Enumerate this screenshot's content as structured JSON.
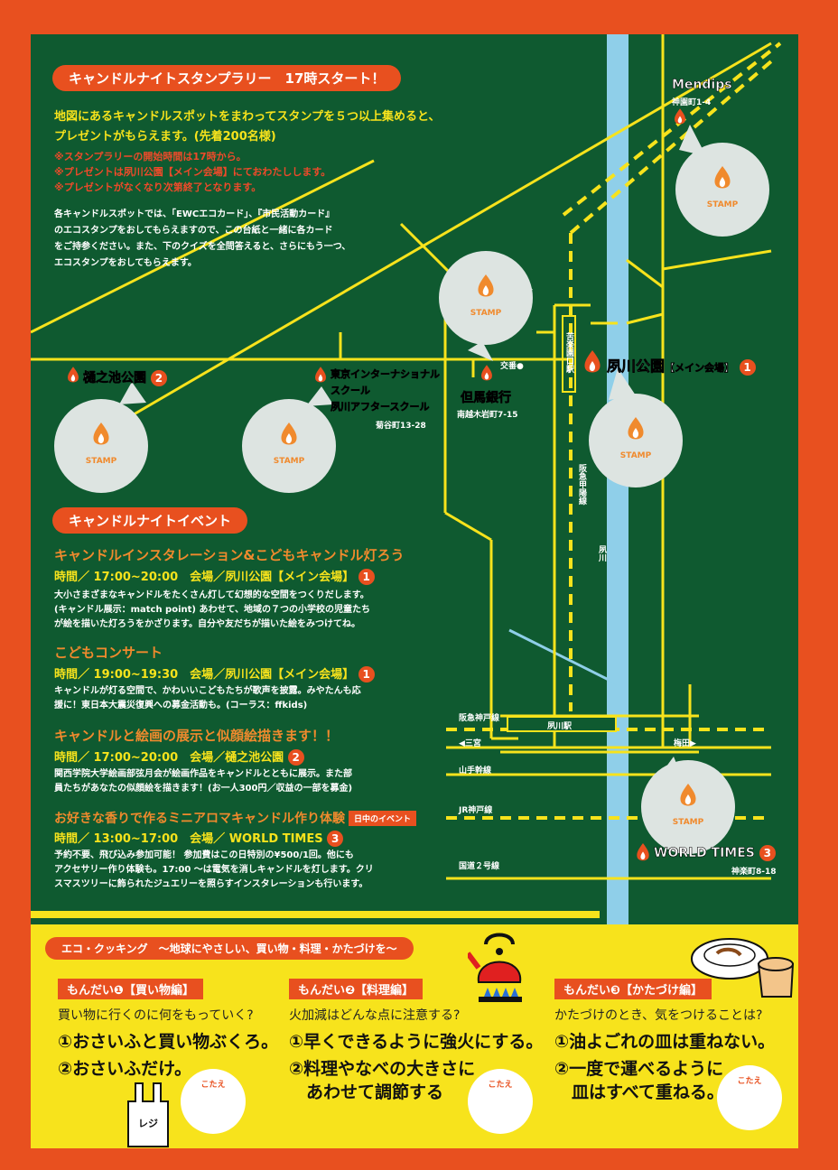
{
  "stamp_rally": {
    "title": "キャンドルナイトスタンプラリー　17時スタート！",
    "intro1": "地図にあるキャンドルスポットをまわってスタンプを５つ以上集めると、",
    "intro2": "プレゼントがもらえます。(先着200名様)",
    "notes": [
      "※スタンプラリーの開始時間は17時から。",
      "※プレゼントは夙川公園【メイン会場】にておわたしします。",
      "※プレゼントがなくなり次第終了となります。"
    ],
    "desc": [
      "各キャンドルスポットでは、「EWCエコカード」、『市民活動カード』",
      "のエコスタンプをおしてもらえますので、この台紙と一緒に各カード",
      "をご持参ください。また、下のクイズを全問答えると、さらにもう一つ、",
      "エコスタンプをおしてもらえます。"
    ]
  },
  "stamp_label": "STAMP",
  "spots": {
    "mendips": {
      "name": "Mendips",
      "addr": "神園町1-4"
    },
    "hinoike": {
      "name": "樋之池公園",
      "num": "2"
    },
    "tokyo_intl": {
      "name1": "東京インターナショナル",
      "name2": "スクール",
      "name3": "夙川アフタースクール",
      "addr": "菊谷町13-28"
    },
    "tajima": {
      "name": "但馬銀行",
      "addr": "南越木岩町7-15"
    },
    "shukugawa": {
      "name": "夙川公園",
      "sub": "【メイン会場】",
      "num": "1"
    },
    "world_times": {
      "name": "WORLD TIMES",
      "num": "3",
      "addr": "神楽町8-18"
    }
  },
  "map_labels": {
    "koban": "交番●",
    "kurakuen_station": "苦楽園口駅",
    "hankyu_koyo": "阪急甲陽線",
    "river": "夙川",
    "hankyu_kobe": "阪急神戸線",
    "sannomiya": "◀三宮",
    "umeda": "梅田▶",
    "shukugawa_station": "夙川駅",
    "sanyo": "山手幹線",
    "jr": "JR神戸線",
    "route2": "国道２号線"
  },
  "events": {
    "title": "キャンドルナイトイベント",
    "items": [
      {
        "title": "キャンドルインスタレーション&こどもキャンドル灯ろう",
        "time": "時間／ 17:00~20:00　会場／夙川公園【メイン会場】",
        "num": "1",
        "body": [
          "大小さまざまなキャンドルをたくさん灯して幻想的な空間をつくりだします。",
          "(キャンドル展示：match point) あわせて、地域の７つの小学校の児童たち",
          "が絵を描いた灯ろうをかざります。自分や友だちが描いた絵をみつけてね。"
        ]
      },
      {
        "title": "こどもコンサート",
        "time": "時間／ 19:00~19:30　会場／夙川公園【メイン会場】",
        "num": "1",
        "body": [
          "キャンドルが灯る空間で、かわいいこどもたちが歌声を披露。みやたんも応",
          "援に！東日本大震災復興への募金活動も。(コーラス：ffkids)"
        ]
      },
      {
        "title": "キャンドルと絵画の展示と似顔絵描きます！！",
        "time": "時間／ 17:00~20:00　会場／樋之池公園",
        "num": "2",
        "body": [
          "関西学院大学絵画部弦月会が絵画作品をキャンドルとともに展示。また部",
          "員たちがあなたの似顔絵を描きます！(お一人300円／収益の一部を募金)"
        ]
      },
      {
        "title": "お好きな香りで作るミニアロマキャンドル作り体験",
        "badge": "日中のイベント",
        "time": "時間／ 13:00~17:00　会場／ WORLD TIMES",
        "num": "3",
        "body": [
          "予約不要、飛び込み参加可能！ 参加費はこの日特別の¥500/1回。他にも",
          "アクセサリー作り体験も。17:00 ～は電気を消しキャンドルを灯します。クリ",
          "スマスツリーに飾られたジュエリーを照らすインスタレーションも行います。"
        ]
      }
    ]
  },
  "eco": {
    "title": "エコ・クッキング　～地球にやさしい、買い物・料理・かたづけを～",
    "answer_label": "こたえ",
    "bag_label": "レジ",
    "quizzes": [
      {
        "head": "もんだい❶【買い物編】",
        "question": "買い物に行くのに何をもっていく?",
        "options": [
          "①おさいふと買い物ぶくろ。",
          "②おさいふだけ。"
        ]
      },
      {
        "head": "もんだい❷【料理編】",
        "question": "火加減はどんな点に注意する?",
        "options": [
          "①早くできるように強火にする。",
          "②料理やなべの大きさに",
          "　あわせて調節する"
        ]
      },
      {
        "head": "もんだい❸【かたづけ編】",
        "question": "かたづけのとき、気をつけることは?",
        "options": [
          "①油よごれの皿は重ねない。",
          "②一度で運べるように",
          "　皿はすべて重ねる。"
        ]
      }
    ]
  }
}
